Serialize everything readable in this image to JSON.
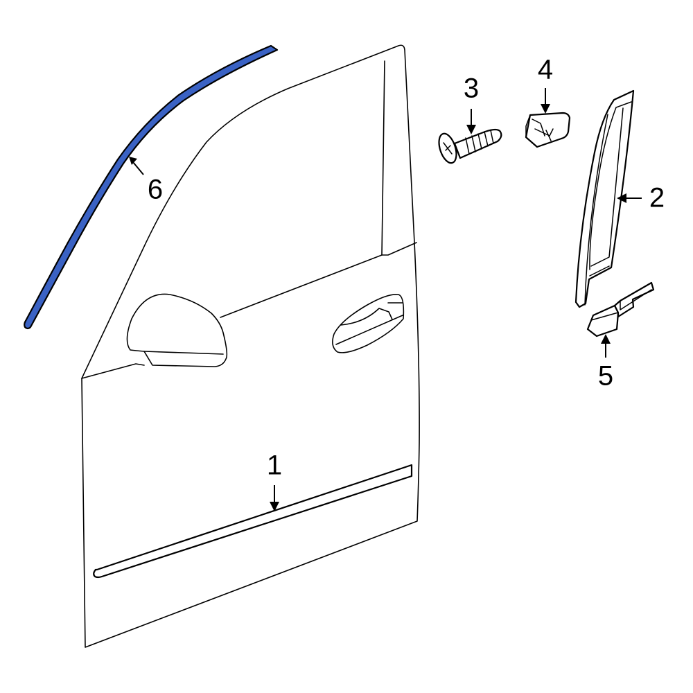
{
  "diagram": {
    "type": "exploded-parts-diagram",
    "subject": "front door exterior moldings",
    "highlight_color": "#3a62c4",
    "parts": [
      {
        "callout": "1",
        "name": "body-side-molding",
        "highlighted": false
      },
      {
        "callout": "2",
        "name": "applique-pillar-trim",
        "highlighted": false
      },
      {
        "callout": "3",
        "name": "screw",
        "highlighted": false
      },
      {
        "callout": "4",
        "name": "clip-nut",
        "highlighted": false
      },
      {
        "callout": "5",
        "name": "bracket",
        "highlighted": false
      },
      {
        "callout": "6",
        "name": "frame-molding",
        "highlighted": true
      }
    ],
    "labels": {
      "c1": "1",
      "c2": "2",
      "c3": "3",
      "c4": "4",
      "c5": "5",
      "c6": "6"
    }
  }
}
